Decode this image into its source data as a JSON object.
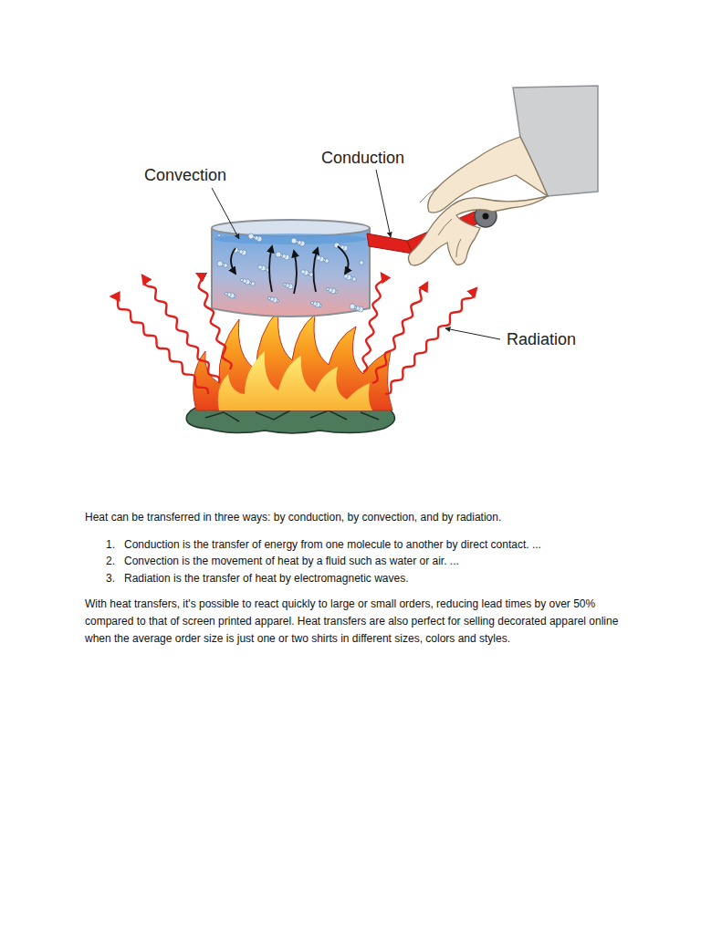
{
  "diagram": {
    "labels": [
      "Convection",
      "Conduction",
      "Radiation",
      "Heat can be transferred in three ways: by conduction, by convection, and by radiation.",
      "1.",
      "Conduction is the transfer of energy from one molecule to another by direct contact. ...",
      "2.",
      "Convection is the movement of heat by a fluid such as water or air. ...",
      "3.",
      "Radiation is the transfer of heat by electromagnetic waves.",
      "With heat transfers, it's possible to react quickly to large or small orders, reducing lead times by over 50% compared to that of screen printed apparel. Heat transfers are also perfect for selling decorated apparel online when the average order size is just one or two shirts in different sizes, colors and styles."
    ]
  }
}
